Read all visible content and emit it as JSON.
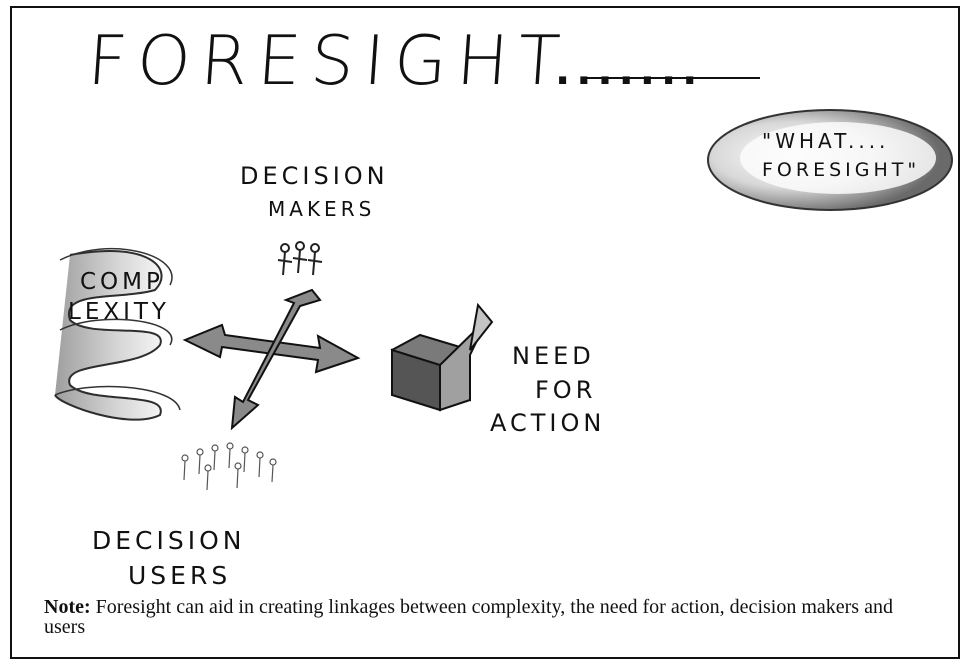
{
  "title": "FORESIGHT",
  "title_dots": ".......",
  "bubble": {
    "line1": "\"WHAT....",
    "line2": "FORESIGHT\""
  },
  "labels": {
    "decision_makers": [
      "DECISION",
      "MAKERS"
    ],
    "complexity": [
      "COMP",
      "LEXITY"
    ],
    "need_for_action": [
      "NEED",
      "FOR",
      "ACTION"
    ],
    "decision_users": [
      "DECISION",
      "USERS"
    ]
  },
  "note": {
    "label": "Note:",
    "text": " Foresight can aid in creating linkages between complexity, the need for action, decision makers and users"
  }
}
